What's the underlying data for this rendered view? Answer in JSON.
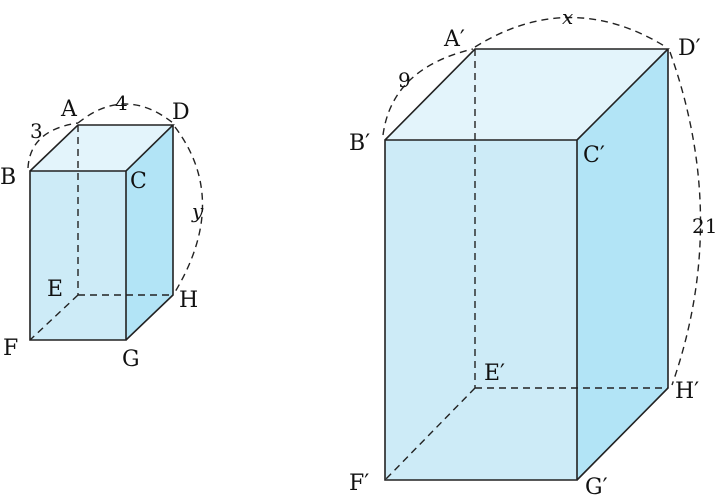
{
  "colors": {
    "top": "#e3f4fb",
    "front": "#cdebf7",
    "side": "#b2e4f6",
    "edge": "#222222"
  },
  "small_box": {
    "vertices": {
      "A": "A",
      "B": "B",
      "C": "C",
      "D": "D",
      "E": "E",
      "F": "F",
      "G": "G",
      "H": "H"
    },
    "lengths": {
      "AB": "3",
      "AD": "4",
      "DH": "y"
    }
  },
  "large_box": {
    "vertices": {
      "A": "A′",
      "B": "B′",
      "C": "C′",
      "D": "D′",
      "E": "E′",
      "F": "F′",
      "G": "G′",
      "H": "H′"
    },
    "lengths": {
      "AB": "9",
      "AD": "x",
      "DH": "21"
    }
  }
}
